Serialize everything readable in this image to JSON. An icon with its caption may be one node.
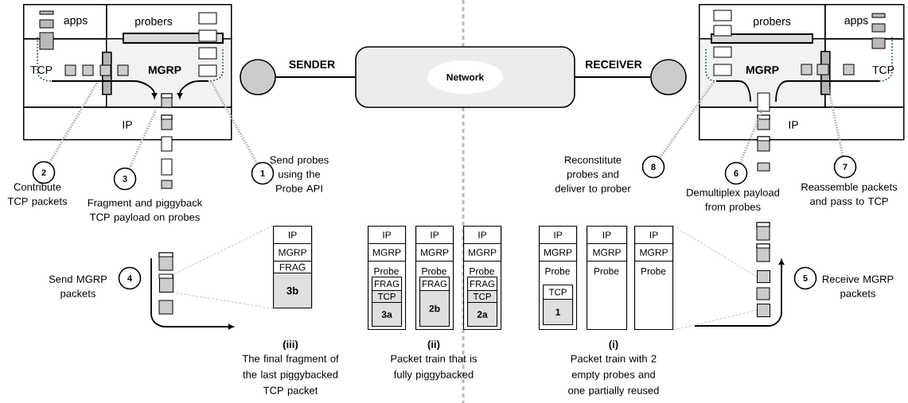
{
  "diagram": {
    "nodes": [
      {
        "text": [
          "apps"
        ]
      },
      {
        "text": [
          "probers"
        ]
      },
      {
        "text": [
          "TCP"
        ]
      },
      {
        "text": [
          "MGRP"
        ]
      },
      {
        "text": [
          "IP"
        ]
      },
      {
        "text": [],
        "shape": "circle"
      },
      {
        "text": [
          "Network"
        ]
      },
      {
        "text": [],
        "shape": "circle"
      },
      {
        "text": [
          "probers"
        ]
      },
      {
        "text": [
          "apps"
        ]
      },
      {
        "text": [
          "MGRP"
        ]
      },
      {
        "text": [
          "TCP"
        ]
      },
      {
        "text": [
          "IP"
        ]
      },
      {
        "text": [
          "1"
        ],
        "beside": [
          "Send probes using the Probe API"
        ]
      },
      {
        "text": [
          "2"
        ],
        "beside": [
          "Contribute TCP packets"
        ]
      },
      {
        "text": [
          "3"
        ],
        "beside": [
          "Fragment and piggyback TCP payload on probes"
        ]
      },
      {
        "text": [
          "4"
        ],
        "beside": [
          "Send MGRP packets"
        ]
      },
      {
        "text": [
          "5"
        ],
        "beside": [
          "Receive MGRP packets"
        ]
      },
      {
        "text": [
          "6"
        ],
        "beside": [
          "Demultiplex payload from probes"
        ]
      },
      {
        "text": [
          "7"
        ],
        "beside": [
          "Reassemble packets and pass to TCP"
        ]
      },
      {
        "text": [
          "8"
        ],
        "beside": [
          "Reconstitute probes and deliver to prober"
        ]
      },
      {
        "text": [
          "IP",
          "MGRP",
          "FRAG",
          "3b"
        ]
      },
      {
        "text": [
          "IP",
          "MGRP",
          "Probe",
          "FRAG",
          "TCP",
          "3a"
        ]
      },
      {
        "text": [
          "IP",
          "MGRP",
          "Probe",
          "FRAG",
          "2b"
        ]
      },
      {
        "text": [
          "IP",
          "MGRP",
          "Probe",
          "FRAG",
          "TCP",
          "2a"
        ]
      },
      {
        "text": [
          "IP",
          "MGRP",
          "Probe",
          "TCP",
          "1"
        ]
      },
      {
        "text": [
          "IP",
          "MGRP",
          "Probe"
        ]
      },
      {
        "text": [
          "IP",
          "MGRP",
          "Probe"
        ]
      },
      {
        "text": [],
        "shape": "box"
      },
      {
        "text": [],
        "shape": "box"
      },
      {
        "text": [],
        "shape": "box"
      },
      {
        "text": [],
        "shape": "bar"
      },
      {
        "text": [],
        "shape": "bar"
      },
      {
        "text": [],
        "shape": "bar"
      },
      {
        "text": [],
        "shape": "bar"
      }
    ],
    "edges": [
      {
        "from": 5,
        "to": 6,
        "arrow": "none",
        "label": "SENDER",
        "color": "#000000"
      },
      {
        "from": 6,
        "to": 7,
        "arrow": "none",
        "label": "RECEIVER",
        "color": "#000000"
      },
      {
        "from": 13,
        "to": 3,
        "arrow": "none",
        "style": "dashed",
        "color": "#b3b3b3"
      },
      {
        "from": 14,
        "to": 2,
        "arrow": "none",
        "style": "dashed",
        "color": "#b3b3b3"
      },
      {
        "from": 15,
        "to": 4,
        "arrow": "none",
        "style": "dashed",
        "color": "#b3b3b3"
      },
      {
        "from": 20,
        "to": 10,
        "arrow": "none",
        "style": "dashed",
        "color": "#b3b3b3"
      },
      {
        "from": 18,
        "to": 12,
        "arrow": "none",
        "style": "dashed",
        "color": "#b3b3b3"
      },
      {
        "from": 19,
        "to": 11,
        "arrow": "none",
        "style": "dashed",
        "color": "#b3b3b3"
      },
      {
        "from": 21,
        "to": 28,
        "arrow": "none",
        "style": "dashed",
        "color": "#b3b3b3"
      },
      {
        "from": 21,
        "to": 28,
        "arrow": "none",
        "style": "dashed",
        "color": "#b3b3b3"
      },
      {
        "from": 27,
        "to": 29,
        "arrow": "none",
        "style": "dashed",
        "color": "#b3b3b3"
      },
      {
        "from": 27,
        "to": 30,
        "arrow": "none",
        "style": "dashed",
        "color": "#b3b3b3"
      },
      {
        "from": 0,
        "to": 2,
        "arrow": "none",
        "style": "dashed",
        "color": "#285050"
      },
      {
        "from": 2,
        "to": 3,
        "arrow": "to",
        "color": "#000000"
      },
      {
        "from": 10,
        "to": 11,
        "arrow": "none",
        "color": "#000000"
      },
      {
        "from": 11,
        "to": 9,
        "arrow": "none",
        "style": "dashed",
        "color": "#285050"
      }
    ],
    "labels": [
      "(iii)",
      "The final fragment of the last piggybacked TCP packet",
      "(ii)",
      "Packet train that is fully piggybacked",
      "(i)",
      "Packet train with 2 empty probes and one partially reused"
    ]
  }
}
